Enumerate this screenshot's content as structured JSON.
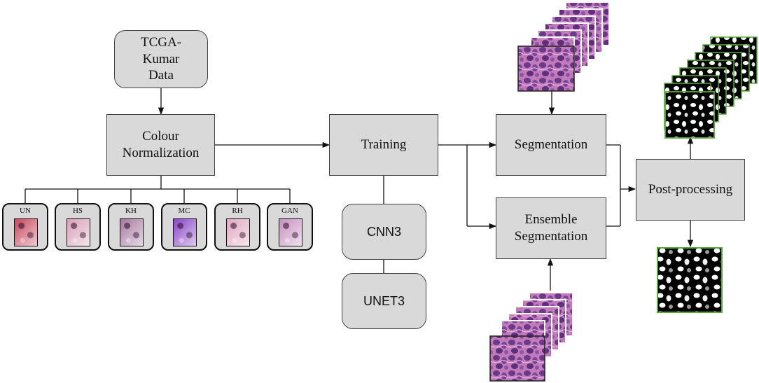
{
  "nodes": {
    "tcga": "TCGA-\nKumar\nData",
    "colour_norm": "Colour\nNormalization",
    "training": "Training",
    "cnn3": "CNN3",
    "unet3": "UNET3",
    "segmentation": "Segmentation",
    "ensemble": "Ensemble\nSegmentation",
    "postproc": "Post-processing"
  },
  "norm_methods": [
    {
      "label": "UN",
      "color": "#c8485e"
    },
    {
      "label": "HS",
      "color": "#d9a0b8"
    },
    {
      "label": "KH",
      "color": "#a77aa0"
    },
    {
      "label": "MC",
      "color": "#8a46c8"
    },
    {
      "label": "RH",
      "color": "#e0a8c0"
    },
    {
      "label": "GAN",
      "color": "#c890c0"
    }
  ],
  "colors": {
    "box_fill": "#d9d9d9",
    "histology_base": "#b96fb3",
    "nuclei": "#5a2a6e",
    "mask_bg": "#000000",
    "mask_border": "#5aa83a"
  }
}
